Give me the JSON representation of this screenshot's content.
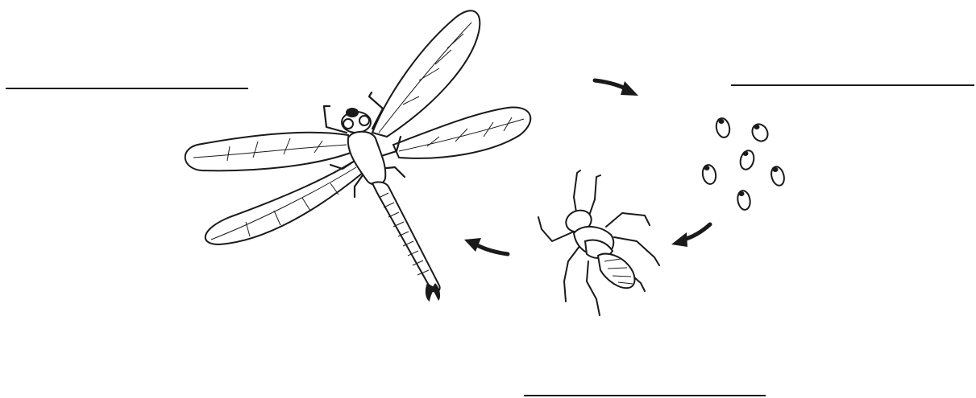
{
  "diagram": {
    "colors": {
      "ink": "#1a1a1a",
      "background": "#ffffff"
    },
    "blanks": [
      {
        "name": "adult-stage-blank",
        "text": ""
      },
      {
        "name": "egg-stage-blank",
        "text": ""
      },
      {
        "name": "nymph-stage-blank",
        "text": ""
      }
    ],
    "illustrations": [
      "dragonfly-adult",
      "eggs",
      "nymph"
    ],
    "arrows": [
      "arrow-adult-to-eggs",
      "arrow-eggs-to-nymph",
      "arrow-nymph-to-adult"
    ]
  }
}
